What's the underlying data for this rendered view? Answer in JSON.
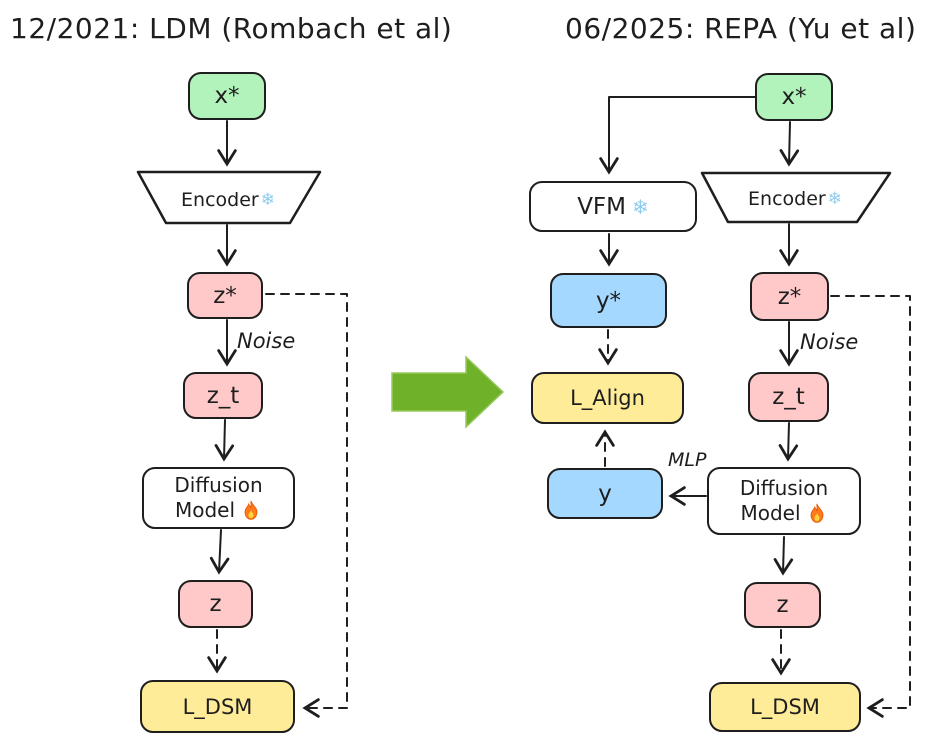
{
  "left_diagram": {
    "title": "12/2021: LDM (Rombach et al)",
    "nodes": {
      "x_star": "x*",
      "encoder": "Encoder",
      "z_star": "z*",
      "z_t": "z_t",
      "diffusion_line1": "Diffusion",
      "diffusion_line2": "Model",
      "z": "z",
      "l_dsm": "L_DSM"
    },
    "edge_labels": {
      "noise": "Noise"
    }
  },
  "right_diagram": {
    "title": "06/2025: REPA (Yu et al)",
    "nodes": {
      "x_star": "x*",
      "vfm": "VFM",
      "encoder": "Encoder",
      "y_star": "y*",
      "l_align": "L_Align",
      "y": "y",
      "z_star": "z*",
      "z_t": "z_t",
      "diffusion_line1": "Diffusion",
      "diffusion_line2": "Model",
      "z": "z",
      "l_dsm": "L_DSM"
    },
    "edge_labels": {
      "noise": "Noise",
      "mlp": "MLP"
    }
  },
  "icons": {
    "frozen": "❄",
    "fire": "🔥"
  },
  "colors": {
    "input_green": "#b2f2bb",
    "latent_pink": "#ffc9c9",
    "repr_blue": "#a5d8ff",
    "loss_yellow": "#ffec99",
    "stroke": "#1e1e1e",
    "transform_arrow_green": "#6fb229"
  }
}
